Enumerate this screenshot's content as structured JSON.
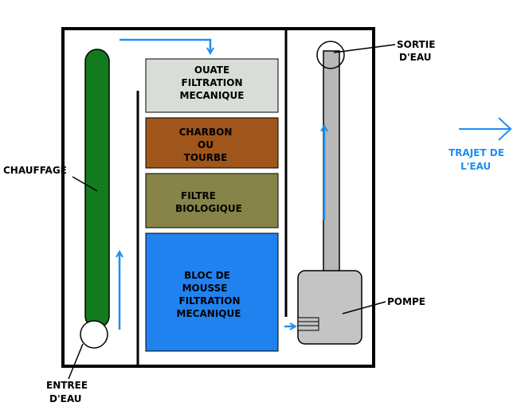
{
  "colors": {
    "frame": "#000000",
    "heater": "#137a1e",
    "flow_arrow": "#1e8ff0",
    "ouate": "#d8ddd8",
    "charbon": "#a0561a",
    "biologique": "#868448",
    "mousse": "#1f82ef",
    "pump": "#c4c4c4",
    "tube": "#b8b8b8"
  },
  "icons": {
    "flow": "arrow-icon"
  },
  "labels": {
    "chauffage": "CHAUFFAGE",
    "entree_line1": "ENTREE",
    "entree_line2": "D'EAU",
    "sortie_line1": "SORTIE",
    "sortie_line2": "D'EAU",
    "pompe": "POMPE"
  },
  "compartments": {
    "ouate": [
      "OUATE",
      "FILTRATION",
      "MECANIQUE"
    ],
    "charbon": [
      "CHARBON",
      "OU",
      "TOURBE"
    ],
    "biologique": [
      "FILTRE",
      "BIOLOGIQUE"
    ],
    "mousse": [
      "BLOC DE",
      "MOUSSE",
      "FILTRATION",
      "MECANIQUE"
    ]
  },
  "legend": {
    "line1": "TRAJET DE",
    "line2": "L'EAU"
  }
}
